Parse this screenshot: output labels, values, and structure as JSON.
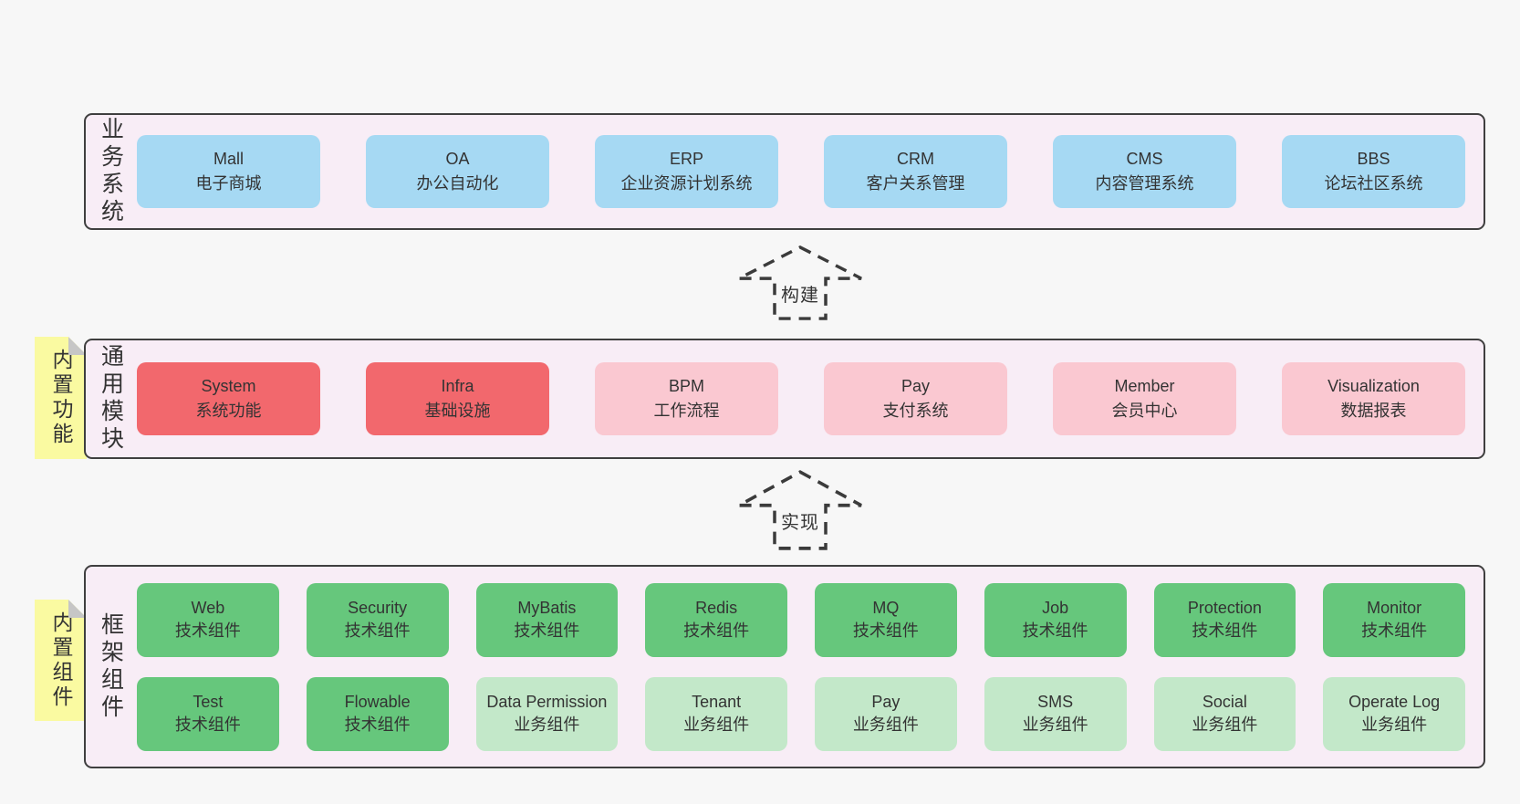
{
  "colors": {
    "page_bg": "#f7f7f7",
    "band_bg": "#f8edf6",
    "band_border": "#3f3f3f",
    "text": "#333333",
    "blue": "#a6d9f3",
    "red": "#f2686d",
    "pink": "#fac8d1",
    "green": "#66c77c",
    "green_light": "#c3e8c9",
    "sticky_bg": "#fafaa1",
    "sticky_fold": "#c6c6c6",
    "arrow_stroke": "#3b3b3b"
  },
  "bands": [
    {
      "label": "业务系统",
      "boxes": [
        {
          "name": "Mall",
          "desc": "电子商城"
        },
        {
          "name": "OA",
          "desc": "办公自动化"
        },
        {
          "name": "ERP",
          "desc": "企业资源计划系统"
        },
        {
          "name": "CRM",
          "desc": "客户关系管理"
        },
        {
          "name": "CMS",
          "desc": "内容管理系统"
        },
        {
          "name": "BBS",
          "desc": "论坛社区系统"
        }
      ]
    },
    {
      "label": "通用模块",
      "sticky": "内置功能",
      "boxes": [
        {
          "name": "System",
          "desc": "系统功能"
        },
        {
          "name": "Infra",
          "desc": "基础设施"
        },
        {
          "name": "BPM",
          "desc": "工作流程"
        },
        {
          "name": "Pay",
          "desc": "支付系统"
        },
        {
          "name": "Member",
          "desc": "会员中心"
        },
        {
          "name": "Visualization",
          "desc": "数据报表"
        }
      ]
    },
    {
      "label": "框架组件",
      "sticky": "内置组件",
      "rows": [
        [
          {
            "name": "Web",
            "desc": "技术组件"
          },
          {
            "name": "Security",
            "desc": "技术组件"
          },
          {
            "name": "MyBatis",
            "desc": "技术组件"
          },
          {
            "name": "Redis",
            "desc": "技术组件"
          },
          {
            "name": "MQ",
            "desc": "技术组件"
          },
          {
            "name": "Job",
            "desc": "技术组件"
          },
          {
            "name": "Protection",
            "desc": "技术组件"
          },
          {
            "name": "Monitor",
            "desc": "技术组件"
          }
        ],
        [
          {
            "name": "Test",
            "desc": "技术组件"
          },
          {
            "name": "Flowable",
            "desc": "技术组件"
          },
          {
            "name": "Data Permission",
            "desc": "业务组件"
          },
          {
            "name": "Tenant",
            "desc": "业务组件"
          },
          {
            "name": "Pay",
            "desc": "业务组件"
          },
          {
            "name": "SMS",
            "desc": "业务组件"
          },
          {
            "name": "Social",
            "desc": "业务组件"
          },
          {
            "name": "Operate Log",
            "desc": "业务组件"
          }
        ]
      ]
    }
  ],
  "arrows": [
    {
      "label": "构建"
    },
    {
      "label": "实现"
    }
  ]
}
